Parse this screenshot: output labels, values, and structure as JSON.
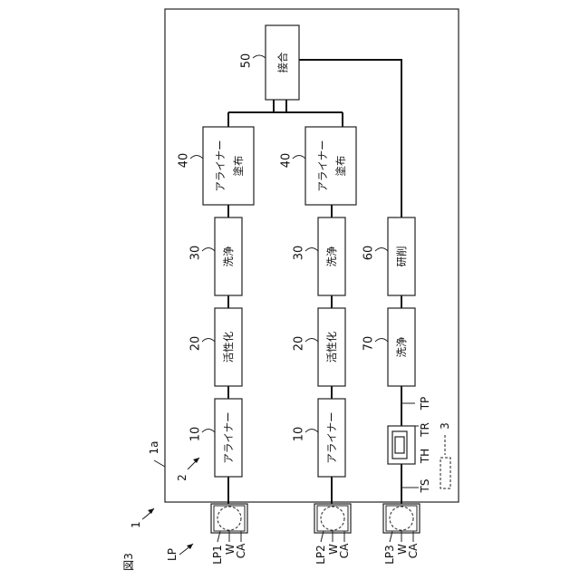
{
  "figure_label": "図3",
  "labels": {
    "system": "1",
    "frame": "1a",
    "transfer": "2",
    "lp": "LP",
    "lp1": "LP1",
    "lp2": "LP2",
    "lp3": "LP3",
    "w": "W",
    "ca": "CA",
    "ts": "TS",
    "th": "TH",
    "tr": "TR",
    "tp": "TP",
    "three": "3"
  },
  "blocks": {
    "bonding": {
      "num": "50",
      "text": "接合"
    },
    "aligner_coat_1": {
      "num": "40",
      "line1": "アライナー",
      "line2": "塗布"
    },
    "aligner_coat_2": {
      "num": "40",
      "line1": "アライナー",
      "line2": "塗布"
    },
    "clean_1": {
      "num": "30",
      "text": "洗浄"
    },
    "clean_2": {
      "num": "30",
      "text": "洗浄"
    },
    "grind": {
      "num": "60",
      "text": "研削"
    },
    "activate_1": {
      "num": "20",
      "text": "活性化"
    },
    "activate_2": {
      "num": "20",
      "text": "活性化"
    },
    "clean_3": {
      "num": "70",
      "text": "洗浄"
    },
    "aligner_1": {
      "num": "10",
      "text": "アライナー"
    },
    "aligner_2": {
      "num": "10",
      "text": "アライナー"
    }
  }
}
